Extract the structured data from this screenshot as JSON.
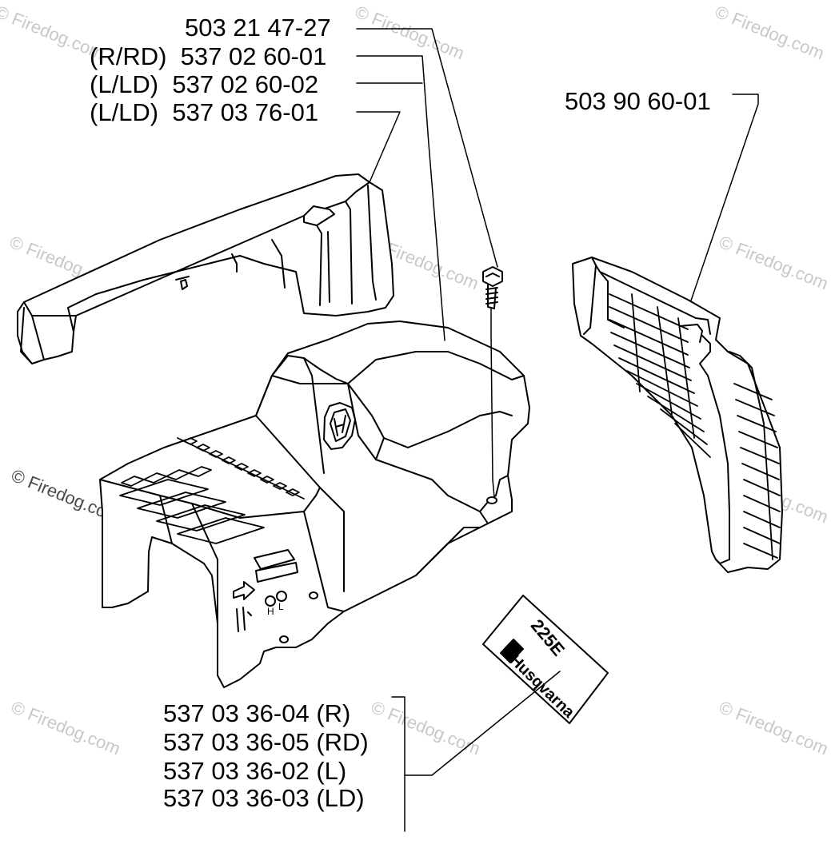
{
  "labels": {
    "screw": "503 21 47-27",
    "cover_rrd": "(R/RD)  537 02 60-01",
    "cover_lld": "(L/LD)  537 02 60-02",
    "top_cover": "(L/LD)  537 03 76-01",
    "grille": "503 90 60-01",
    "decal_r": "537 03 36-04 (R)",
    "decal_rd": "537 03 36-05 (RD)",
    "decal_l": "537 03 36-02 (L)",
    "decal_ld": "537 03 36-03 (LD)"
  },
  "decal": {
    "model": "225E",
    "brand": "Husqvarna"
  },
  "cover_marks": {
    "h": "H",
    "l": "L"
  },
  "watermark": "© Firedog.com",
  "colors": {
    "line": "#000000",
    "watermark": "#c8c8c8"
  }
}
